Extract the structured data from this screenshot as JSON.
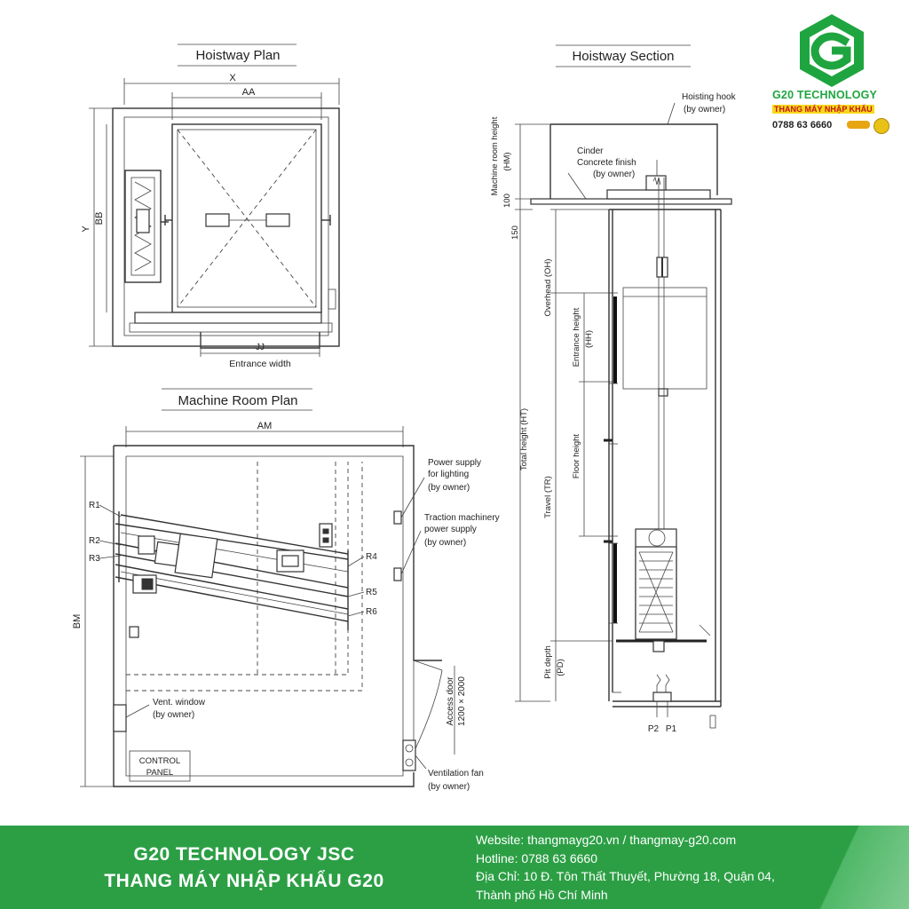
{
  "drawing": {
    "hoistway_plan": {
      "title": "Hoistway Plan",
      "dims": {
        "x": "X",
        "aa": "AA",
        "y": "Y",
        "bb": "BB",
        "jj": "JJ"
      },
      "entrance_width": "Entrance width"
    },
    "machine_room_plan": {
      "title": "Machine Room Plan",
      "dims": {
        "am": "AM",
        "bm": "BM"
      },
      "rope_labels": [
        "R1",
        "R2",
        "R3",
        "R4",
        "R5",
        "R6"
      ],
      "power_lighting": [
        "Power supply",
        "for lighting",
        "(by owner)"
      ],
      "power_traction": [
        "Traction machinery",
        "power supply",
        "(by owner)"
      ],
      "vent_window": [
        "Vent. window",
        "(by owner)"
      ],
      "control_panel": [
        "CONTROL",
        "PANEL"
      ],
      "access_door": [
        "Access door",
        "1200 × 2000"
      ],
      "ventilation_fan": [
        "Ventilation fan",
        "(by owner)"
      ]
    },
    "hoistway_section": {
      "title": "Hoistway Section",
      "hoisting_hook": [
        "Hoisting hook",
        "(by owner)"
      ],
      "cinder": [
        "Cinder",
        "Concrete finish",
        "(by owner)"
      ],
      "machine_room_height": [
        "Machine room height",
        "(HM)"
      ],
      "dim_100": "100",
      "dim_150": "150",
      "overhead": "Overhead (OH)",
      "entrance_height": [
        "Entrance height",
        "(HH)"
      ],
      "total_height": "Total height (HT)",
      "floor_height": "Floor height",
      "travel": "Travel (TR)",
      "pit_depth": [
        "Pit depth",
        "(PD)"
      ],
      "p2": "P2",
      "p1": "P1"
    }
  },
  "logo": {
    "name": "G20 TECHNOLOGY",
    "subtitle": "THANG MÁY NHẬP KHẨU",
    "phone": "0788 63 6660",
    "brand_color": "#1fa53f"
  },
  "footer": {
    "company_line1": "G20 TECHNOLOGY JSC",
    "company_line2": "THANG MÁY NHẬP KHẨU G20",
    "website": "Website: thangmayg20.vn / thangmay-g20.com",
    "hotline": "Hotline: 0788 63 6660",
    "address1": "Địa Chỉ:  10 Đ. Tôn Thất Thuyết, Phường 18, Quận 04,",
    "address2": "Thành phố Hồ Chí Minh",
    "background_color": "#2c9f45"
  }
}
